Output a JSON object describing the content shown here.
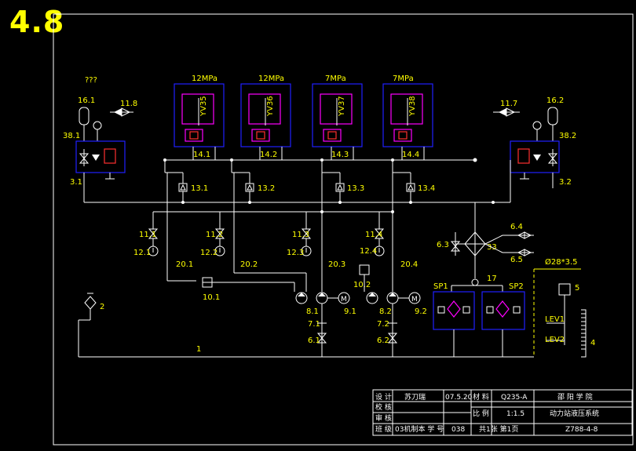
{
  "drawing_number_large": "4.8",
  "unknown_mark": "???",
  "pressures": [
    "12MPa",
    "12MPa",
    "7MPa",
    "7MPa"
  ],
  "valves": [
    {
      "tag": "YV35",
      "ref": "14.1"
    },
    {
      "tag": "YV36",
      "ref": "14.2"
    },
    {
      "tag": "YV37",
      "ref": "14.3"
    },
    {
      "tag": "YV38",
      "ref": "14.4"
    }
  ],
  "accumulators": {
    "left": "16.1",
    "right": "16.2"
  },
  "stop_valves_top": {
    "left": "11.8",
    "right": "11.7"
  },
  "relief_blocks": {
    "left_num": "38.1",
    "left_sub": "3.1",
    "right_num": "38.2",
    "right_sub": "3.2"
  },
  "pressure_relays": [
    "13.1",
    "13.2",
    "13.3",
    "13.4"
  ],
  "stop_valves_mid": [
    "11.1",
    "11.2",
    "11.3",
    "11.4"
  ],
  "gauges_mid": [
    "12.1",
    "12.2",
    "12.3",
    "12.4"
  ],
  "hoses": [
    "20.1",
    "20.2",
    "20.3",
    "20.4"
  ],
  "filters": {
    "left": "10.1",
    "right": "10.2"
  },
  "pumps": {
    "p1": "8.1",
    "m1": "9.1",
    "p2": "8.2",
    "m2": "9.2"
  },
  "suction": {
    "a": "7.1",
    "b": "6.1",
    "c": "7.2",
    "d": "6.2"
  },
  "return_line": "1",
  "air_filter": "2",
  "cooler": {
    "id": "33",
    "left": "6.3",
    "right_top": "6.4",
    "right_bot": "6.5"
  },
  "sp": {
    "a": "SP1",
    "b": "SP2",
    "mid": "17"
  },
  "pipe_spec": "Ø28*3.5",
  "level": {
    "box": "5",
    "hi": "LEV1",
    "lo": "LEV2",
    "tank": "4"
  },
  "title_block": {
    "design_label": "设 计",
    "designer": "苏刀瑞",
    "date": "07.5.20",
    "material_label": "材 料",
    "material": "Q235-A",
    "school": "邵 阳 学 院",
    "check_label": "校 核",
    "audit_label": "审 核",
    "scale_label": "比 例",
    "scale": "1:1.5",
    "title": "动力站液压系统",
    "class_label": "班 级",
    "class_value": "03机制本 学 号",
    "student_no": "038",
    "sheets": "共1张 第1页",
    "drawing_code": "Z788-4-8"
  }
}
